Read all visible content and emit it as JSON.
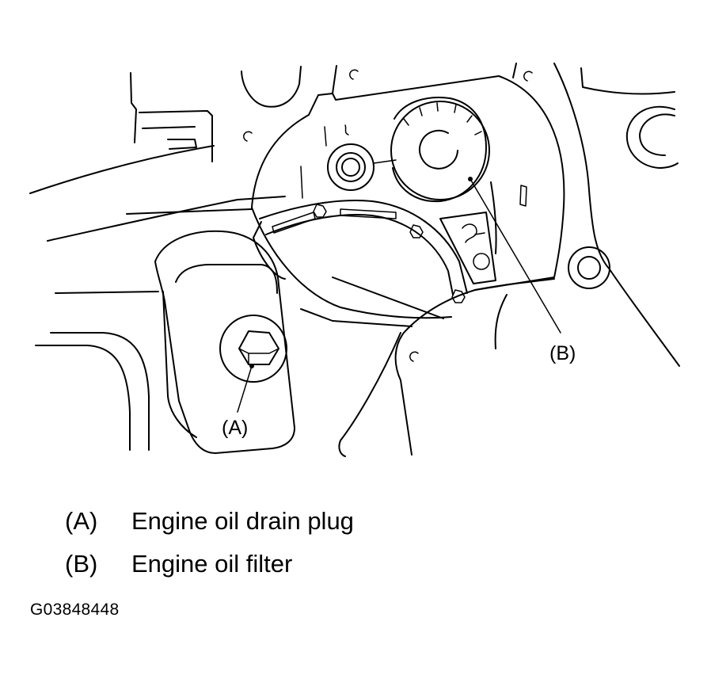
{
  "callouts": [
    {
      "key": "(A)",
      "description": "Engine oil drain plug"
    },
    {
      "key": "(B)",
      "description": "Engine oil filter"
    }
  ],
  "figure_id": "G03848448"
}
